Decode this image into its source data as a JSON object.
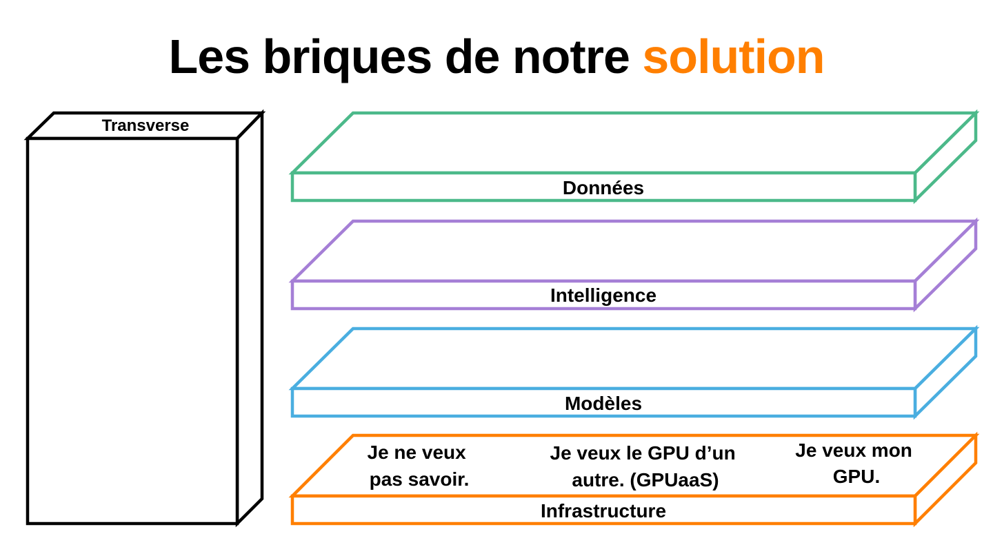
{
  "title": {
    "prefix": "Les briques de notre",
    "accent": "solution",
    "accent_color": "#ff7f00"
  },
  "transverse": {
    "label": "Transverse",
    "color": "#000000"
  },
  "layers": {
    "donnees": {
      "label": "Données",
      "color": "#4cb98a"
    },
    "intelligence": {
      "label": "Intelligence",
      "color": "#a57fd6"
    },
    "modeles": {
      "label": "Modèles",
      "color": "#4aaee0"
    },
    "infrastructure": {
      "label": "Infrastructure",
      "color": "#ff7f00",
      "options": [
        {
          "line1": "Je ne veux",
          "line2": "pas savoir."
        },
        {
          "line1": "Je veux le GPU d’un",
          "line2": "autre. (GPUaaS)"
        },
        {
          "line1": "Je veux mon",
          "line2": "GPU."
        }
      ]
    }
  }
}
